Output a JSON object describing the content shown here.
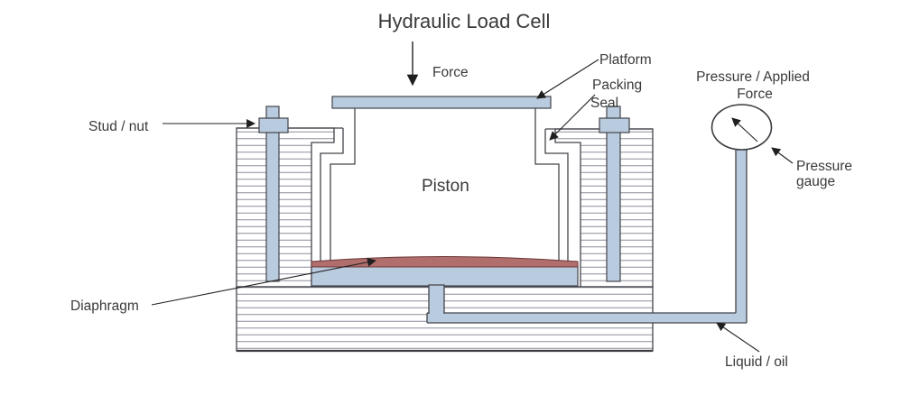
{
  "title": "Hydraulic Load Cell",
  "labels": {
    "force": "Force",
    "platform": "Platform",
    "packing_line1": "Packing",
    "packing_line2": "Seal",
    "pressure_applied_line1": "Pressure / Applied",
    "pressure_applied_line2": "Force",
    "stud_nut": "Stud / nut",
    "piston": "Piston",
    "diaphragm": "Diaphragm",
    "pressure_gauge_line1": "Pressure",
    "pressure_gauge_line2": "gauge",
    "liquid_oil": "Liquid / oil"
  },
  "colors": {
    "component_fill": "#b9cbde",
    "diaphragm_fill": "#b06e6c",
    "diaphragm_outline": "#6d3838",
    "outline": "#44444b",
    "hatch_line": "#8d8d9b",
    "text": "#3a3a3a",
    "background": "#ffffff"
  }
}
